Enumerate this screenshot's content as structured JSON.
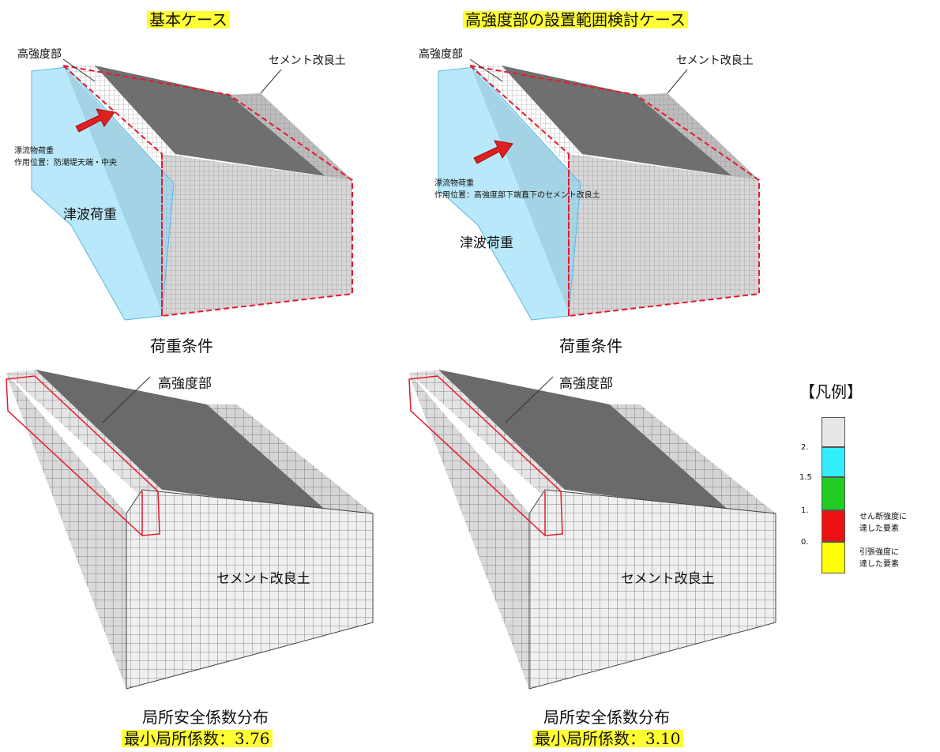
{
  "top_left": {
    "title": "基本ケース",
    "label_high_strength": "高強度部",
    "label_cement": "セメント改良土",
    "label_debris_1": "漂流物荷重",
    "label_debris_2": "作用位置：防潮堤天端・中央",
    "label_tsunami": "津波荷重",
    "caption": "荷重条件"
  },
  "top_right": {
    "title": "高強度部の設置範囲検討ケース",
    "label_high_strength": "高強度部",
    "label_cement": "セメント改良土",
    "label_debris_1": "漂流物荷重",
    "label_debris_2": "作用位置：高強度部下端直下のセメント改良土",
    "label_tsunami": "津波荷重",
    "caption": "荷重条件"
  },
  "bottom_left": {
    "label_high_strength": "高強度部",
    "label_cement": "セメント改良土",
    "caption": "局所安全係数分布",
    "min_factor": "最小局所係数：3.76"
  },
  "bottom_right": {
    "label_high_strength": "高強度部",
    "label_cement": "セメント改良土",
    "caption": "局所安全係数分布",
    "min_factor": "最小局所係数：3.10"
  },
  "legend": {
    "title": "【凡例】",
    "ticks": [
      "2.",
      "1.5",
      "1.",
      "0."
    ],
    "note_shear": [
      "せん断強度に",
      "達した要素"
    ],
    "note_tension": [
      "引張強度に",
      "達した要素"
    ],
    "colors": [
      "#e6e6e6",
      "#33eeff",
      "#22cc22",
      "#ee1111",
      "#ffff00"
    ]
  },
  "colors": {
    "highlight": "#ffff33",
    "dashed_outline": "#e8192c",
    "arrow": "#e02020",
    "water": "#7fd6f5"
  }
}
